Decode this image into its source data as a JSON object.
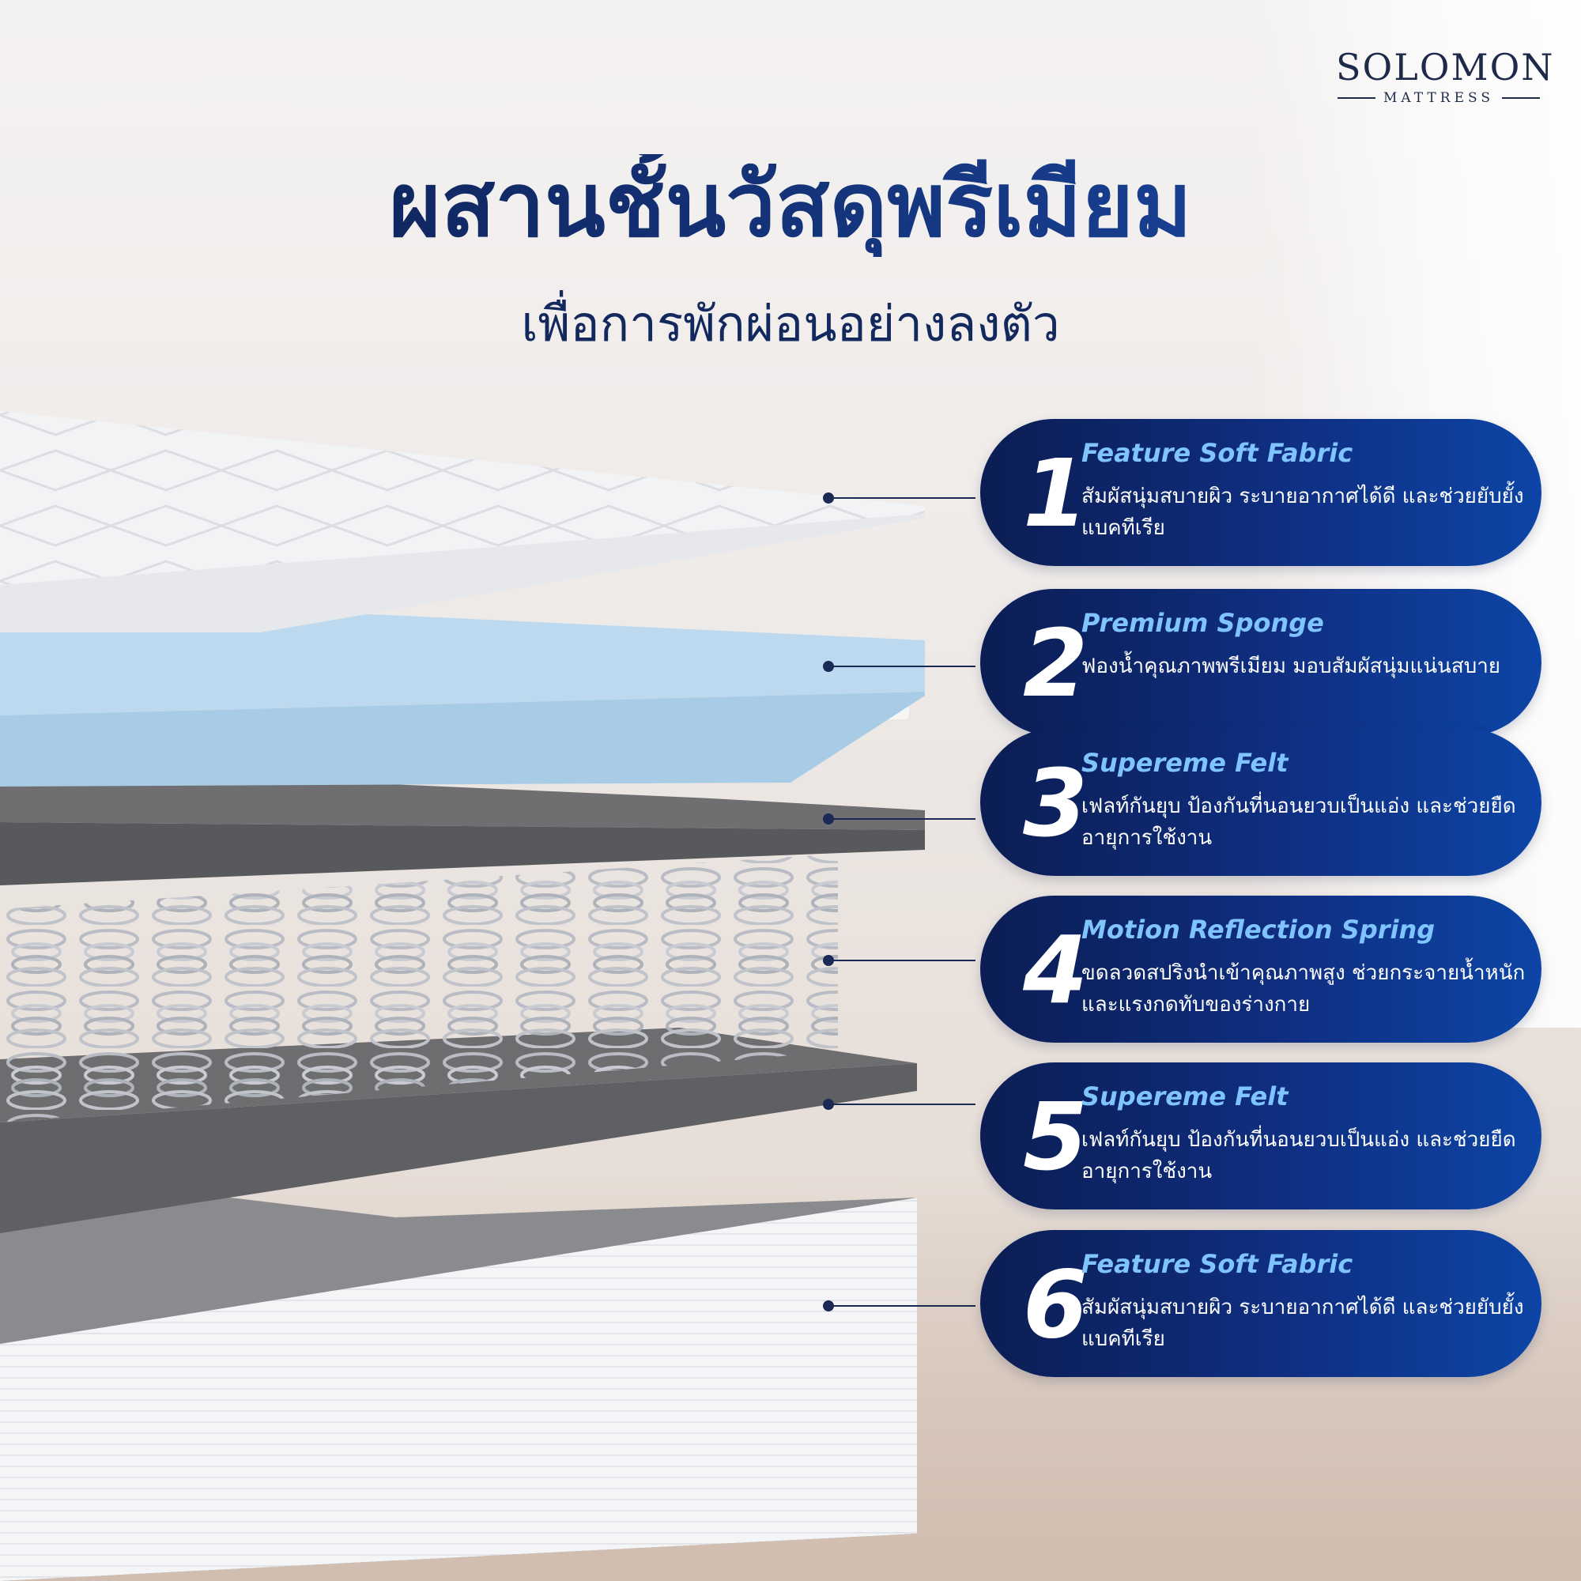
{
  "brand": {
    "name": "SOLOMON",
    "tagline": "MATTRESS"
  },
  "heading": {
    "title": "ผสานชั้นวัสดุพรีเมียม",
    "subtitle": "เพื่อการพักผ่อนอย่างลงตัว"
  },
  "features": [
    {
      "number": "1",
      "title": "Feature Soft Fabric",
      "desc": "สัมผัสนุ่มสบายผิว ระบายอากาศได้ดี และช่วยยับยั้งแบคทีเรีย"
    },
    {
      "number": "2",
      "title": "Premium Sponge",
      "desc": "ฟองน้ำคุณภาพพรีเมียม มอบสัมผัสนุ่มแน่นสบาย"
    },
    {
      "number": "3",
      "title": "Supereme Felt",
      "desc": "เฟลท์กันยุบ ป้องกันที่นอนยวบเป็นแอ่ง และช่วยยืดอายุการใช้งาน"
    },
    {
      "number": "4",
      "title": "Motion Reflection Spring",
      "desc": "ขดลวดสปริงนำเข้าคุณภาพสูง ช่วยกระจายน้ำหนัก และแรงกดทับของร่างกาย"
    },
    {
      "number": "5",
      "title": "Supereme Felt",
      "desc": "เฟลท์กันยุบ ป้องกันที่นอนยวบเป็นแอ่ง และช่วยยืดอายุการใช้งาน"
    },
    {
      "number": "6",
      "title": "Feature Soft Fabric",
      "desc": "สัมผัสนุ่มสบายผิว ระบายอากาศได้ดี และช่วยยับยั้งแบคทีเรีย"
    }
  ],
  "colors": {
    "navy": "#0b1d53",
    "accent_blue": "#7fc4ff",
    "sponge_blue": "#bcd9ef",
    "felt_gray": "#6e6e70"
  }
}
